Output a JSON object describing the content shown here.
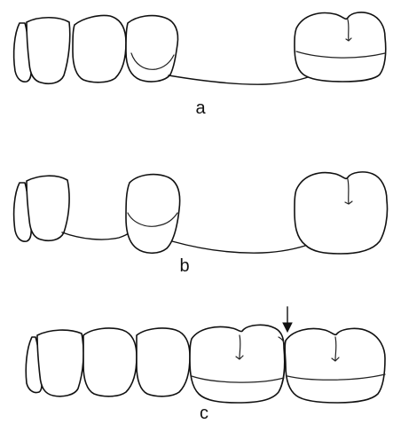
{
  "figure": {
    "panels": [
      {
        "id": "a",
        "label": "a"
      },
      {
        "id": "b",
        "label": "b"
      },
      {
        "id": "c",
        "label": "c"
      }
    ]
  },
  "colors": {
    "stroke": "#111111",
    "background": "#ffffff"
  },
  "icons": {
    "arrow": "down-arrow-icon"
  }
}
